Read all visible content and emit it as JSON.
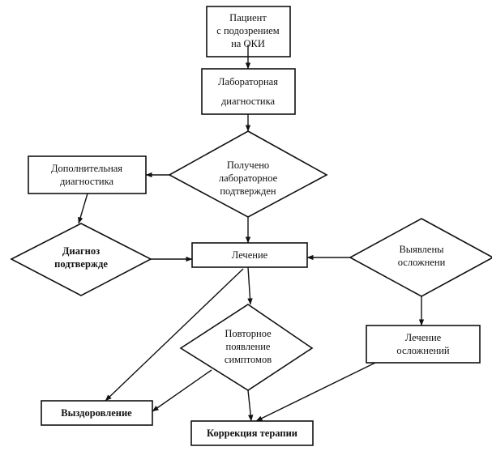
{
  "nodes": {
    "patient": {
      "lines": [
        "Пациент",
        "с подозрением",
        "на ОКИ"
      ]
    },
    "lab_diag": {
      "lines": [
        "Лабораторная",
        "диагностика"
      ]
    },
    "lab_confirmed": {
      "lines": [
        "Получено",
        "лабораторное",
        "подтвержден"
      ]
    },
    "add_diag": {
      "lines": [
        "Дополнительная",
        "диагностика"
      ]
    },
    "diag_confirmed": {
      "lines": [
        "Диагноз",
        "подтвержде"
      ]
    },
    "treatment": {
      "lines": [
        "Лечение"
      ]
    },
    "complications_found": {
      "lines": [
        "Выявлены",
        "осложнени"
      ]
    },
    "symptoms_return": {
      "lines": [
        "Повторное",
        "появление",
        "симптомов"
      ]
    },
    "complications_treat": {
      "lines": [
        "Лечение",
        "осложнений"
      ]
    },
    "recovery": {
      "lines": [
        "Выздоровление"
      ]
    },
    "therapy_correction": {
      "lines": [
        "Коррекция терапии"
      ]
    }
  }
}
